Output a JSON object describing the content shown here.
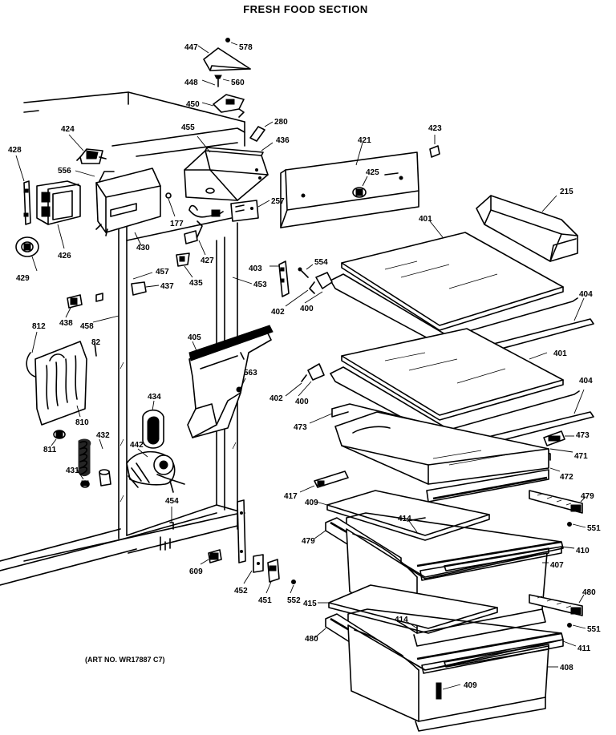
{
  "title": "FRESH FOOD SECTION",
  "art_number": "(ART NO. WR17887 C7)",
  "callouts": {
    "c447": "447",
    "c578": "578",
    "c448": "448",
    "c560": "560",
    "c450": "450",
    "c280": "280",
    "c424": "424",
    "c455": "455",
    "c436": "436",
    "c421": "421",
    "c423": "423",
    "c428": "428",
    "c556": "556",
    "c425": "425",
    "c177": "177",
    "c257": "257",
    "c215": "215",
    "c426": "426",
    "c430": "430",
    "c427": "427",
    "c401a": "401",
    "c429": "429",
    "c457": "457",
    "c403": "403",
    "c554": "554",
    "c435": "435",
    "c437": "437",
    "c453": "453",
    "c402a": "402",
    "c400a": "400",
    "c404a": "404",
    "c438": "438",
    "c458": "458",
    "c812": "812",
    "c82": "82",
    "c405": "405",
    "c401b": "401",
    "c563": "563",
    "c402b": "402",
    "c400b": "400",
    "c404b": "404",
    "c434": "434",
    "c810": "810",
    "c473a": "473",
    "c473b": "473",
    "c811": "811",
    "c432": "432",
    "c442": "442",
    "c471": "471",
    "c431": "431",
    "c472": "472",
    "c417": "417",
    "c479a": "479",
    "c409a": "409",
    "c454": "454",
    "c414a": "414",
    "c551a": "551",
    "c479b": "479",
    "c410": "410",
    "c609": "609",
    "c407": "407",
    "c452": "452",
    "c451": "451",
    "c552": "552",
    "c415": "415",
    "c480a": "480",
    "c414b": "414",
    "c551b": "551",
    "c480b": "480",
    "c411": "411",
    "c408": "408",
    "c409b": "409"
  }
}
